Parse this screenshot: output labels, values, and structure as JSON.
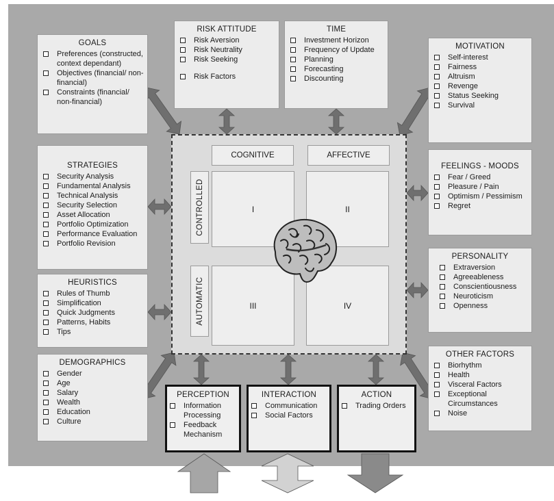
{
  "boxes": {
    "goals": {
      "title": "GOALS",
      "items": [
        "Preferences (constructed, context dependant)",
        "Objectives (financial/ non-financial)",
        "Constraints (financial/ non-financial)"
      ]
    },
    "risk_attitude": {
      "title": "RISK ATTITUDE",
      "items": [
        "Risk Aversion",
        "Risk Neutrality",
        "Risk Seeking",
        "Risk Factors"
      ]
    },
    "time": {
      "title": "TIME",
      "items": [
        "Investment Horizon",
        "Frequency of Update",
        "Planning",
        "Forecasting",
        "Discounting"
      ]
    },
    "motivation": {
      "title": "MOTIVATION",
      "items": [
        "Self-interest",
        "Fairness",
        "Altruism",
        "Revenge",
        "Status Seeking",
        "Survival"
      ]
    },
    "strategies": {
      "title": "STRATEGIES",
      "items": [
        "Security Analysis",
        "Fundamental Analysis",
        "Technical Analysis",
        "Security Selection",
        "Asset Allocation",
        "Portfolio Optimization",
        "Performance Evaluation",
        "Portfolio Revision"
      ]
    },
    "feelings": {
      "title": "FEELINGS - MOODS",
      "items": [
        "Fear / Greed",
        "Pleasure / Pain",
        "Optimism / Pessimism",
        "Regret"
      ]
    },
    "heuristics": {
      "title": "HEURISTICS",
      "items": [
        "Rules of Thumb",
        "Simplification",
        "Quick Judgments",
        "Patterns, Habits",
        "Tips"
      ]
    },
    "personality": {
      "title": "PERSONALITY",
      "items": [
        "Extraversion",
        "Agreeableness",
        "Conscientiousness",
        "Neuroticism",
        "Openness"
      ]
    },
    "demographics": {
      "title": "DEMOGRAPHICS",
      "items": [
        "Gender",
        "Age",
        "Salary",
        "Wealth",
        "Education",
        "Culture"
      ]
    },
    "other_factors": {
      "title": "OTHER FACTORS",
      "items": [
        "Biorhythm",
        "Health",
        "Visceral Factors",
        "Exceptional Circumstances",
        "Noise"
      ]
    },
    "perception": {
      "title": "PERCEPTION",
      "items": [
        "Information Processing",
        "Feedback Mechanism"
      ]
    },
    "interaction": {
      "title": "INTERACTION",
      "items": [
        "Communication",
        "Social Factors"
      ]
    },
    "action": {
      "title": "ACTION",
      "items": [
        "Trading Orders"
      ]
    }
  },
  "center": {
    "col_left": "COGNITIVE",
    "col_right": "AFFECTIVE",
    "row_top": "CONTROLLED",
    "row_bottom": "AUTOMATIC",
    "q1": "I",
    "q2": "II",
    "q3": "III",
    "q4": "IV"
  },
  "icons": {
    "brain": "brain-icon",
    "checkbox": "checkbox-icon",
    "arrow": "arrow-icon"
  },
  "colors": {
    "panel": "#a9a9a9",
    "box": "#ececec",
    "arrow": "#6f6f6f",
    "big_arrow_in": "#a6a6a6",
    "big_arrow_both": "#d2d2d2",
    "big_arrow_out": "#8a8a8a"
  }
}
